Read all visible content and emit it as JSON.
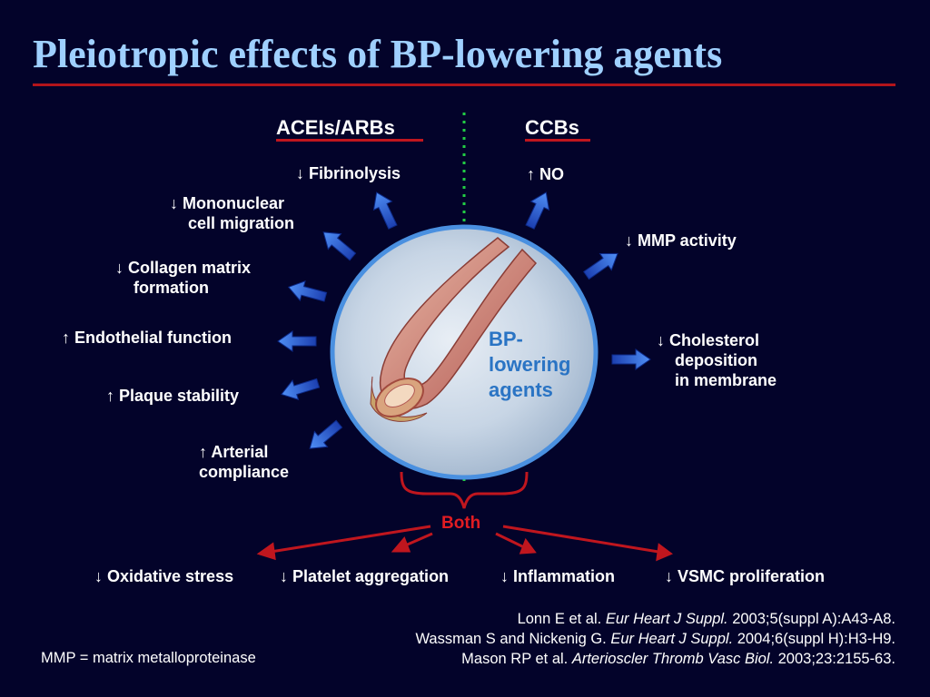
{
  "title": "Pleiotropic effects of BP-lowering agents",
  "headers": {
    "left": "ACEIs/ARBs",
    "right": "CCBs"
  },
  "center_label": [
    "BP-",
    "lowering",
    "agents"
  ],
  "left_effects": [
    {
      "arrow": "↓",
      "lines": [
        "Fibrinolysis"
      ]
    },
    {
      "arrow": "↓",
      "lines": [
        "Mononuclear",
        "cell migration"
      ]
    },
    {
      "arrow": "↓",
      "lines": [
        "Collagen matrix",
        "formation"
      ]
    },
    {
      "arrow": "↑",
      "lines": [
        "Endothelial function"
      ]
    },
    {
      "arrow": "↑",
      "lines": [
        "Plaque stability"
      ]
    },
    {
      "arrow": "↑",
      "lines": [
        "Arterial",
        "compliance"
      ]
    }
  ],
  "right_effects": [
    {
      "arrow": "↑",
      "lines": [
        "NO"
      ]
    },
    {
      "arrow": "↓",
      "lines": [
        "MMP activity"
      ]
    },
    {
      "arrow": "↓",
      "lines": [
        "Cholesterol",
        "deposition",
        "in membrane"
      ]
    }
  ],
  "both_label": "Both",
  "both_effects": [
    {
      "arrow": "↓",
      "text": "Oxidative stress"
    },
    {
      "arrow": "↓",
      "text": "Platelet aggregation"
    },
    {
      "arrow": "↓",
      "text": "Inflammation"
    },
    {
      "arrow": "↓",
      "text": "VSMC proliferation"
    }
  ],
  "references": [
    {
      "pre": "Lonn E et al. ",
      "journal": "Eur Heart J Suppl.",
      "post": " 2003;5(suppl A):A43-A8."
    },
    {
      "pre": "Wassman S and Nickenig G. ",
      "journal": "Eur Heart J Suppl.",
      "post": " 2004;6(suppl H):H3-H9."
    },
    {
      "pre": "Mason RP et al. ",
      "journal": "Arterioscler Thromb Vasc Biol.",
      "post": " 2003;23:2155-63."
    }
  ],
  "footnote": "MMP = matrix metalloproteinase",
  "colors": {
    "title": "#9fd0ff",
    "rule": "#b3141b",
    "arrow_blue": "#2f6fe0",
    "arrow_red": "#c0161e",
    "divider": "#22cc44",
    "center_text": "#2a74c4"
  }
}
